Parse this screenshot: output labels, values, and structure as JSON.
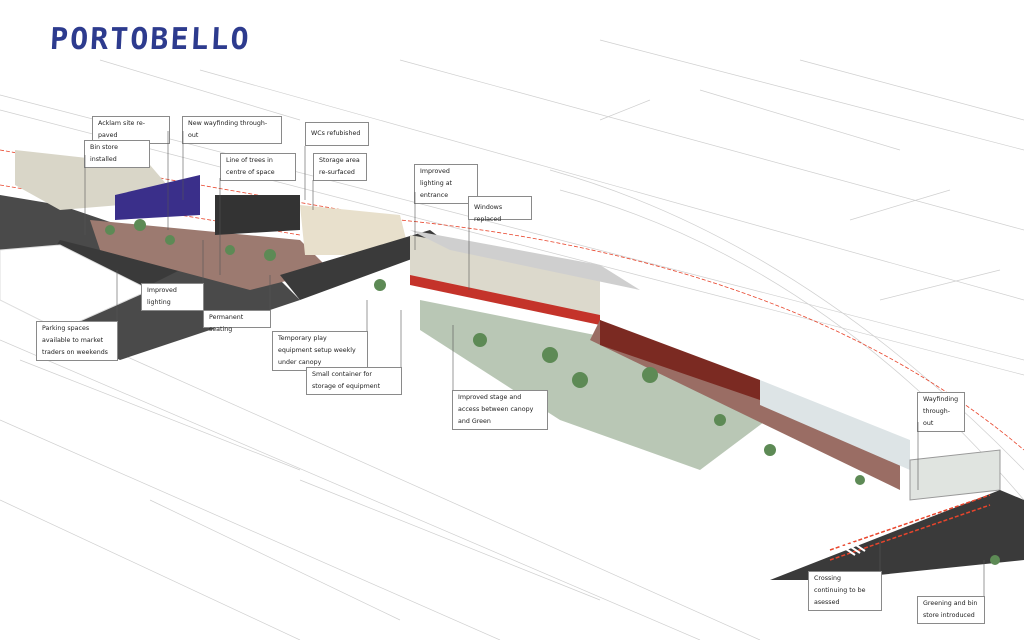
{
  "title": "PORTOBELLO",
  "colors": {
    "title": "#2d3b8e",
    "boundary": "#e8452c",
    "paving": "#9c7a70",
    "green": "#b9c7b5",
    "road": "#3a3a3a"
  },
  "labels": {
    "acklam_repaved": "Acklam site re-paved",
    "new_wayfinding": "New wayfinding through-out",
    "wcs": "WCs refubished",
    "bin_store": "Bin store installed",
    "trees_centre": "Line of trees in centre of space",
    "storage_area": "Storage area re-surfaced",
    "lighting_entrance": "Improved lighting at entrance",
    "windows": "Windows replaced",
    "improved_lighting": "Improved lighting",
    "permanent_seating": "Permanent seating",
    "parking": "Parking spaces available to market traders on weekends",
    "play_equipment": "Temporary play equipment setup weekly under canopy",
    "container": "Small container for storage of equipment",
    "stage": "Improved stage and access between canopy and Green",
    "wayfinding2": "Wayfinding through-out",
    "crossing": "Crossing continuing to be asessed",
    "greening": "Greening and bin store introduced"
  }
}
